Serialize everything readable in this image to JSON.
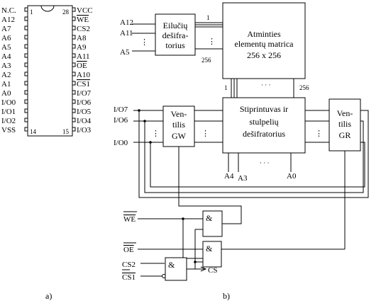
{
  "chip": {
    "left_pins": [
      "N.C.",
      "A12",
      "A7",
      "A6",
      "A5",
      "A4",
      "A3",
      "A2",
      "A1",
      "A0",
      "I/O0",
      "I/O1",
      "I/O2",
      "VSS"
    ],
    "right_pins": [
      "VCC",
      "WE",
      "CS2",
      "A8",
      "A9",
      "A11",
      "OE",
      "A10",
      "CS1",
      "I/O7",
      "I/O6",
      "I/O5",
      "I/O4",
      "I/O3"
    ],
    "num_top_left": "1",
    "num_top_right": "28",
    "num_bottom_left": "14",
    "num_bottom_right": "15",
    "caption": "a)"
  },
  "block": {
    "row_decoder": [
      "Eilučių",
      "dešifra-",
      "torius"
    ],
    "row_decoder_count_top": "1",
    "row_decoder_count_bottom": "256",
    "matrix": [
      "Atminties",
      "elementų matrica",
      "256 x 256"
    ],
    "matrix_count_left": "1",
    "matrix_count_dots": "· · ·",
    "matrix_count_right": "256",
    "addr_in": [
      "A12",
      "A11",
      "A5"
    ],
    "amp": [
      "Stiprintuvas ir",
      "stulpelių",
      "dešifratorius"
    ],
    "col_addr": [
      "A4",
      "A3",
      "A0"
    ],
    "gw": [
      "Ven-",
      "tilis",
      "GW"
    ],
    "gr": [
      "Ven-",
      "tilis",
      "GR"
    ],
    "io_in": [
      "I/O7",
      "I/O6",
      "I/O0"
    ],
    "we": "WE",
    "oe": "OE",
    "cs2": "CS2",
    "cs1": "CS1",
    "and_label": "&",
    "cs_out": "CS",
    "caption": "b)"
  }
}
